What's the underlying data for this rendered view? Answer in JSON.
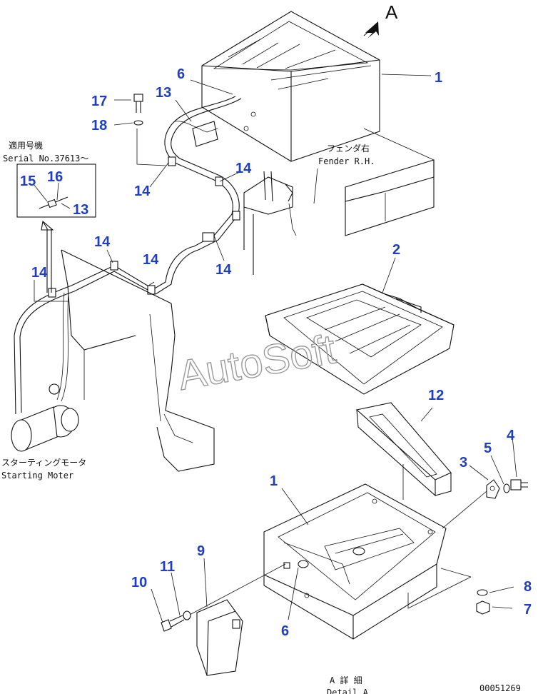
{
  "view_label": "A",
  "callouts": {
    "c1a": "1",
    "c1b": "1",
    "c2": "2",
    "c3": "3",
    "c4": "4",
    "c5": "5",
    "c6a": "6",
    "c6b": "6",
    "c7": "7",
    "c8": "8",
    "c9": "9",
    "c10": "10",
    "c11": "11",
    "c12": "12",
    "c13a": "13",
    "c13b": "13",
    "c14a": "14",
    "c14b": "14",
    "c14c": "14",
    "c14d": "14",
    "c14e": "14",
    "c14f": "14",
    "c15": "15",
    "c16": "16",
    "c17": "17",
    "c18": "18"
  },
  "serial_box": {
    "line1": "適用号機",
    "line2": "Serial No.37613～"
  },
  "fender": {
    "jp": "フェンダ右",
    "en": "Fender R.H."
  },
  "motor": {
    "jp": "スターティングモータ",
    "en": "Starting Moter"
  },
  "detail": {
    "jp": "A 詳 細",
    "en": "Detail A"
  },
  "watermark": "AutoSoft",
  "drawing_number": "00051269"
}
